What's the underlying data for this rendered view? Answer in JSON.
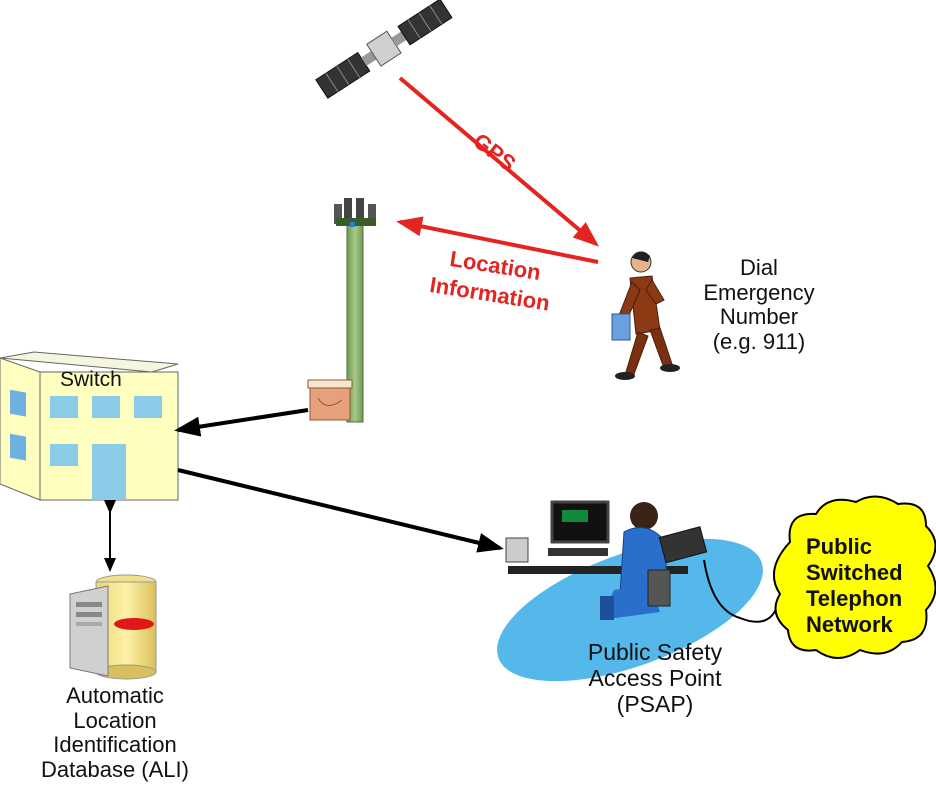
{
  "labels": {
    "gps": "GPS",
    "location_line1": "Location",
    "location_line2": "Information",
    "dial_line1": "Dial",
    "dial_line2": "Emergency",
    "dial_line3": "Number",
    "dial_line4": "(e.g. 911)",
    "switch": "Switch",
    "psap_line1": "Public Safety",
    "psap_line2": "Access Point",
    "psap_line3": "(PSAP)",
    "pstn_line1": "Public",
    "pstn_line2": "Switched",
    "pstn_line3": "Telephon",
    "pstn_line4": "Network",
    "ali_line1": "Automatic",
    "ali_line2": "Location",
    "ali_line3": "Identification",
    "ali_line4": "Database (ALI)"
  },
  "colors": {
    "signal_arrow": "#e32420",
    "wire_arrow": "#000000",
    "psap_ellipse": "#55b8ea",
    "cloud_fill": "#ffff00",
    "building": "#ffffc0",
    "tower": "#8ab06a"
  },
  "icons": [
    "satellite-icon",
    "cell-tower-icon",
    "person-icon",
    "building-icon",
    "dispatcher-icon",
    "server-icon",
    "cloud-icon"
  ]
}
